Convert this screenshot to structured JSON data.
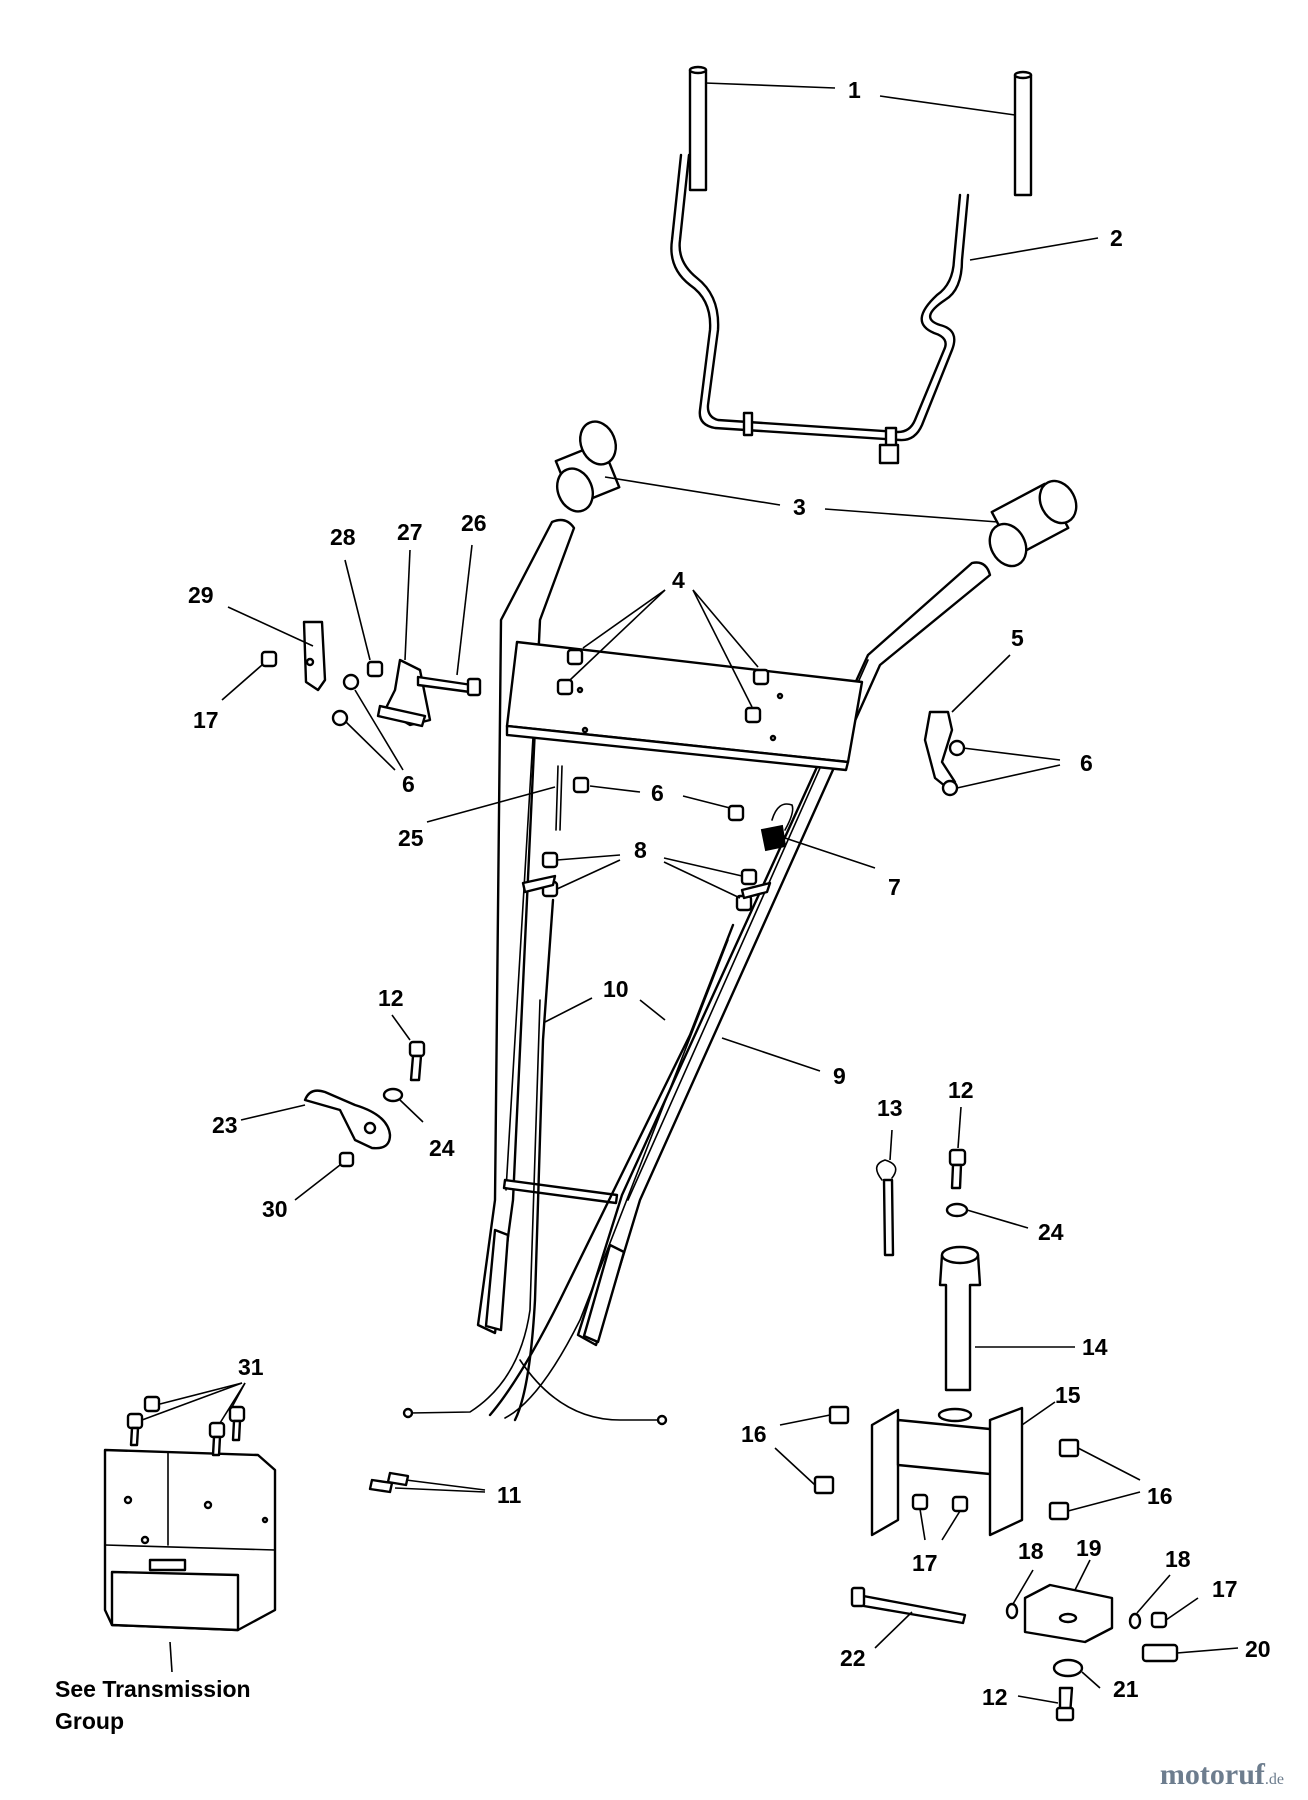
{
  "callouts": {
    "c1": "1",
    "c2": "2",
    "c3": "3",
    "c4": "4",
    "c5": "5",
    "c6": "6",
    "c7": "7",
    "c8": "8",
    "c9": "9",
    "c10": "10",
    "c11": "11",
    "c12": "12",
    "c13": "13",
    "c14": "14",
    "c15": "15",
    "c16": "16",
    "c17": "17",
    "c18": "18",
    "c19": "19",
    "c20": "20",
    "c21": "21",
    "c22": "22",
    "c23": "23",
    "c24": "24",
    "c25": "25",
    "c26": "26",
    "c27": "27",
    "c28": "28",
    "c29": "29",
    "c30": "30",
    "c31": "31"
  },
  "note": {
    "line1": "See Transmission",
    "line2": "Group"
  },
  "watermark": {
    "brand": "motoruf",
    "suffix": ".de"
  }
}
